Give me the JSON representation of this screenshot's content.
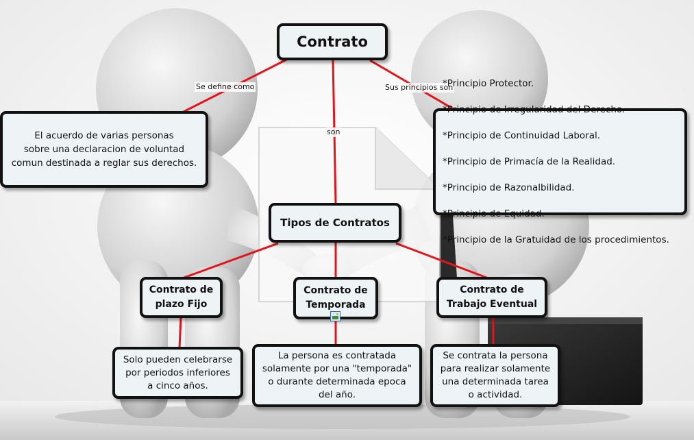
{
  "nodes": {
    "contrato": "Contrato",
    "definicion": "El acuerdo de varias personas\nsobre una declaracion de voluntad\ncomun destinada a reglar sus derechos.",
    "principios": [
      "*Principio Protector.",
      "*Principio de Irregularidad del Derecho.",
      "*Principio de Continuidad Laboral.",
      "*Principio de Primacía de la Realidad.",
      "*Principio de Razonalbilidad.",
      "*Principio de Equidad.",
      "*Principio de la Gratuidad de los procedimientos."
    ],
    "tipos": "Tipos de Contratos",
    "plazo_fijo": "Contrato de\nplazo Fijo",
    "temporada": "Contrato de\nTemporada",
    "eventual": "Contrato de\nTrabajo Eventual",
    "plazo_fijo_desc": "Solo pueden celebrarse\npor periodos inferiores\na cinco años.",
    "temporada_desc": "La persona es contratada\nsolamente por una \"temporada\"\no durante determinada epoca\ndel año.",
    "eventual_desc": "Se contrata la persona\npara realizar solamente\nuna determinada tarea\no actividad."
  },
  "links": {
    "se_define_como": "Se define como",
    "sus_principios_son": "Sus principios son",
    "son": "son"
  },
  "colors": {
    "connector": "#e0161c",
    "node_fill": "#eef3f6",
    "node_border": "#111111"
  },
  "icons": [
    "image-icon"
  ]
}
